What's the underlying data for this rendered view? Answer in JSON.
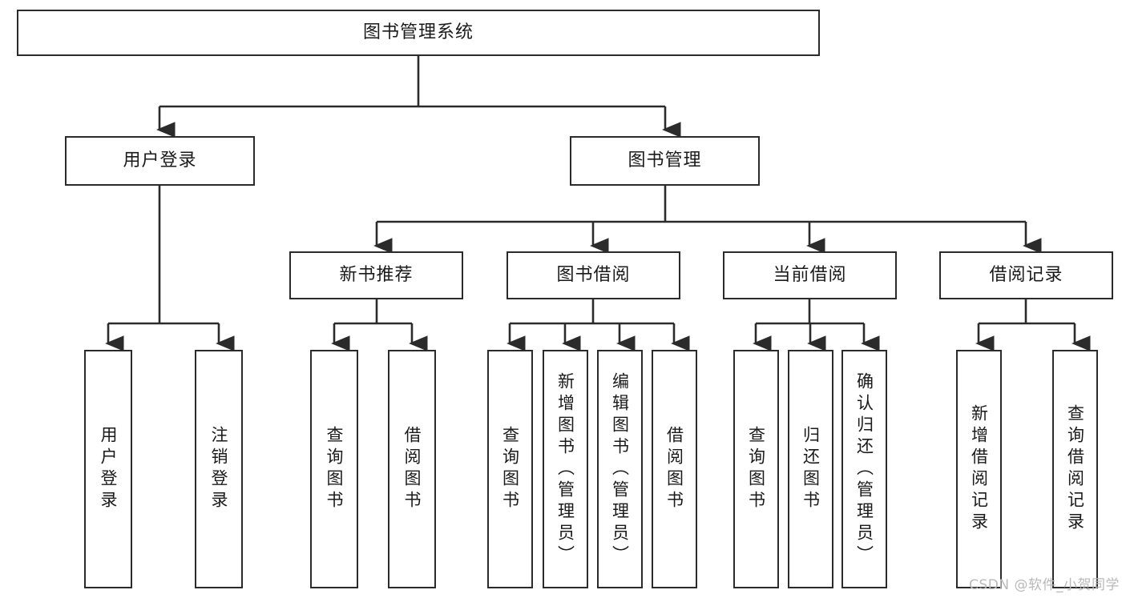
{
  "diagram": {
    "title": "图书管理系统",
    "watermark": "CSDN @软件_小贺同学",
    "colors": {
      "box_border": "#2b2b2b",
      "line": "#2b2b2b",
      "text": "#1a1a1a",
      "background": "#ffffff",
      "watermark": "#b9b9b9"
    },
    "root": {
      "label": "图书管理系统"
    },
    "level2": [
      {
        "label": "用户登录"
      },
      {
        "label": "图书管理"
      }
    ],
    "level3": [
      {
        "label": "新书推荐"
      },
      {
        "label": "图书借阅"
      },
      {
        "label": "当前借阅"
      },
      {
        "label": "借阅记录"
      }
    ],
    "leaves": {
      "user_login": [
        {
          "label": "用户登录"
        },
        {
          "label": "注销登录"
        }
      ],
      "new_book_recommend": [
        {
          "label": "查询图书"
        },
        {
          "label": "借阅图书"
        }
      ],
      "book_borrow": [
        {
          "label": "查询图书"
        },
        {
          "label": "新增图书（管理员）"
        },
        {
          "label": "编辑图书（管理员）"
        },
        {
          "label": "借阅图书"
        }
      ],
      "current_borrow": [
        {
          "label": "查询图书"
        },
        {
          "label": "归还图书"
        },
        {
          "label": "确认归还（管理员）"
        }
      ],
      "borrow_record": [
        {
          "label": "新增借阅记录"
        },
        {
          "label": "查询借阅记录"
        }
      ]
    }
  }
}
